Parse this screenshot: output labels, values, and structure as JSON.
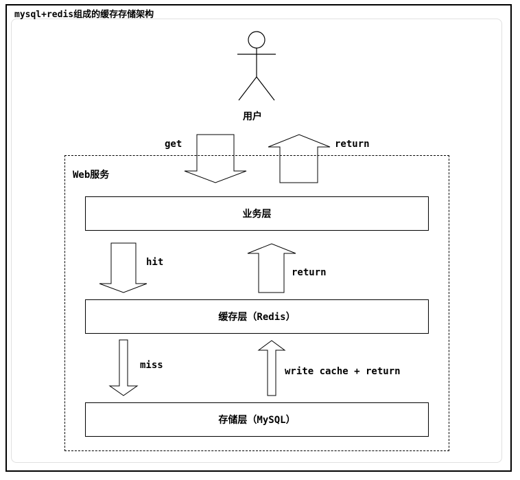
{
  "title": "mysql+redis组成的缓存存储架构",
  "user": {
    "label": "用户"
  },
  "web": {
    "label": "Web服务"
  },
  "layers": {
    "business": "业务层",
    "cache": "缓存层（Redis）",
    "storage": "存储层（MySQL）"
  },
  "edges": {
    "get": "get",
    "return_top": "return",
    "hit": "hit",
    "return_mid": "return",
    "miss": "miss",
    "write_cache_return": "write cache + return"
  }
}
